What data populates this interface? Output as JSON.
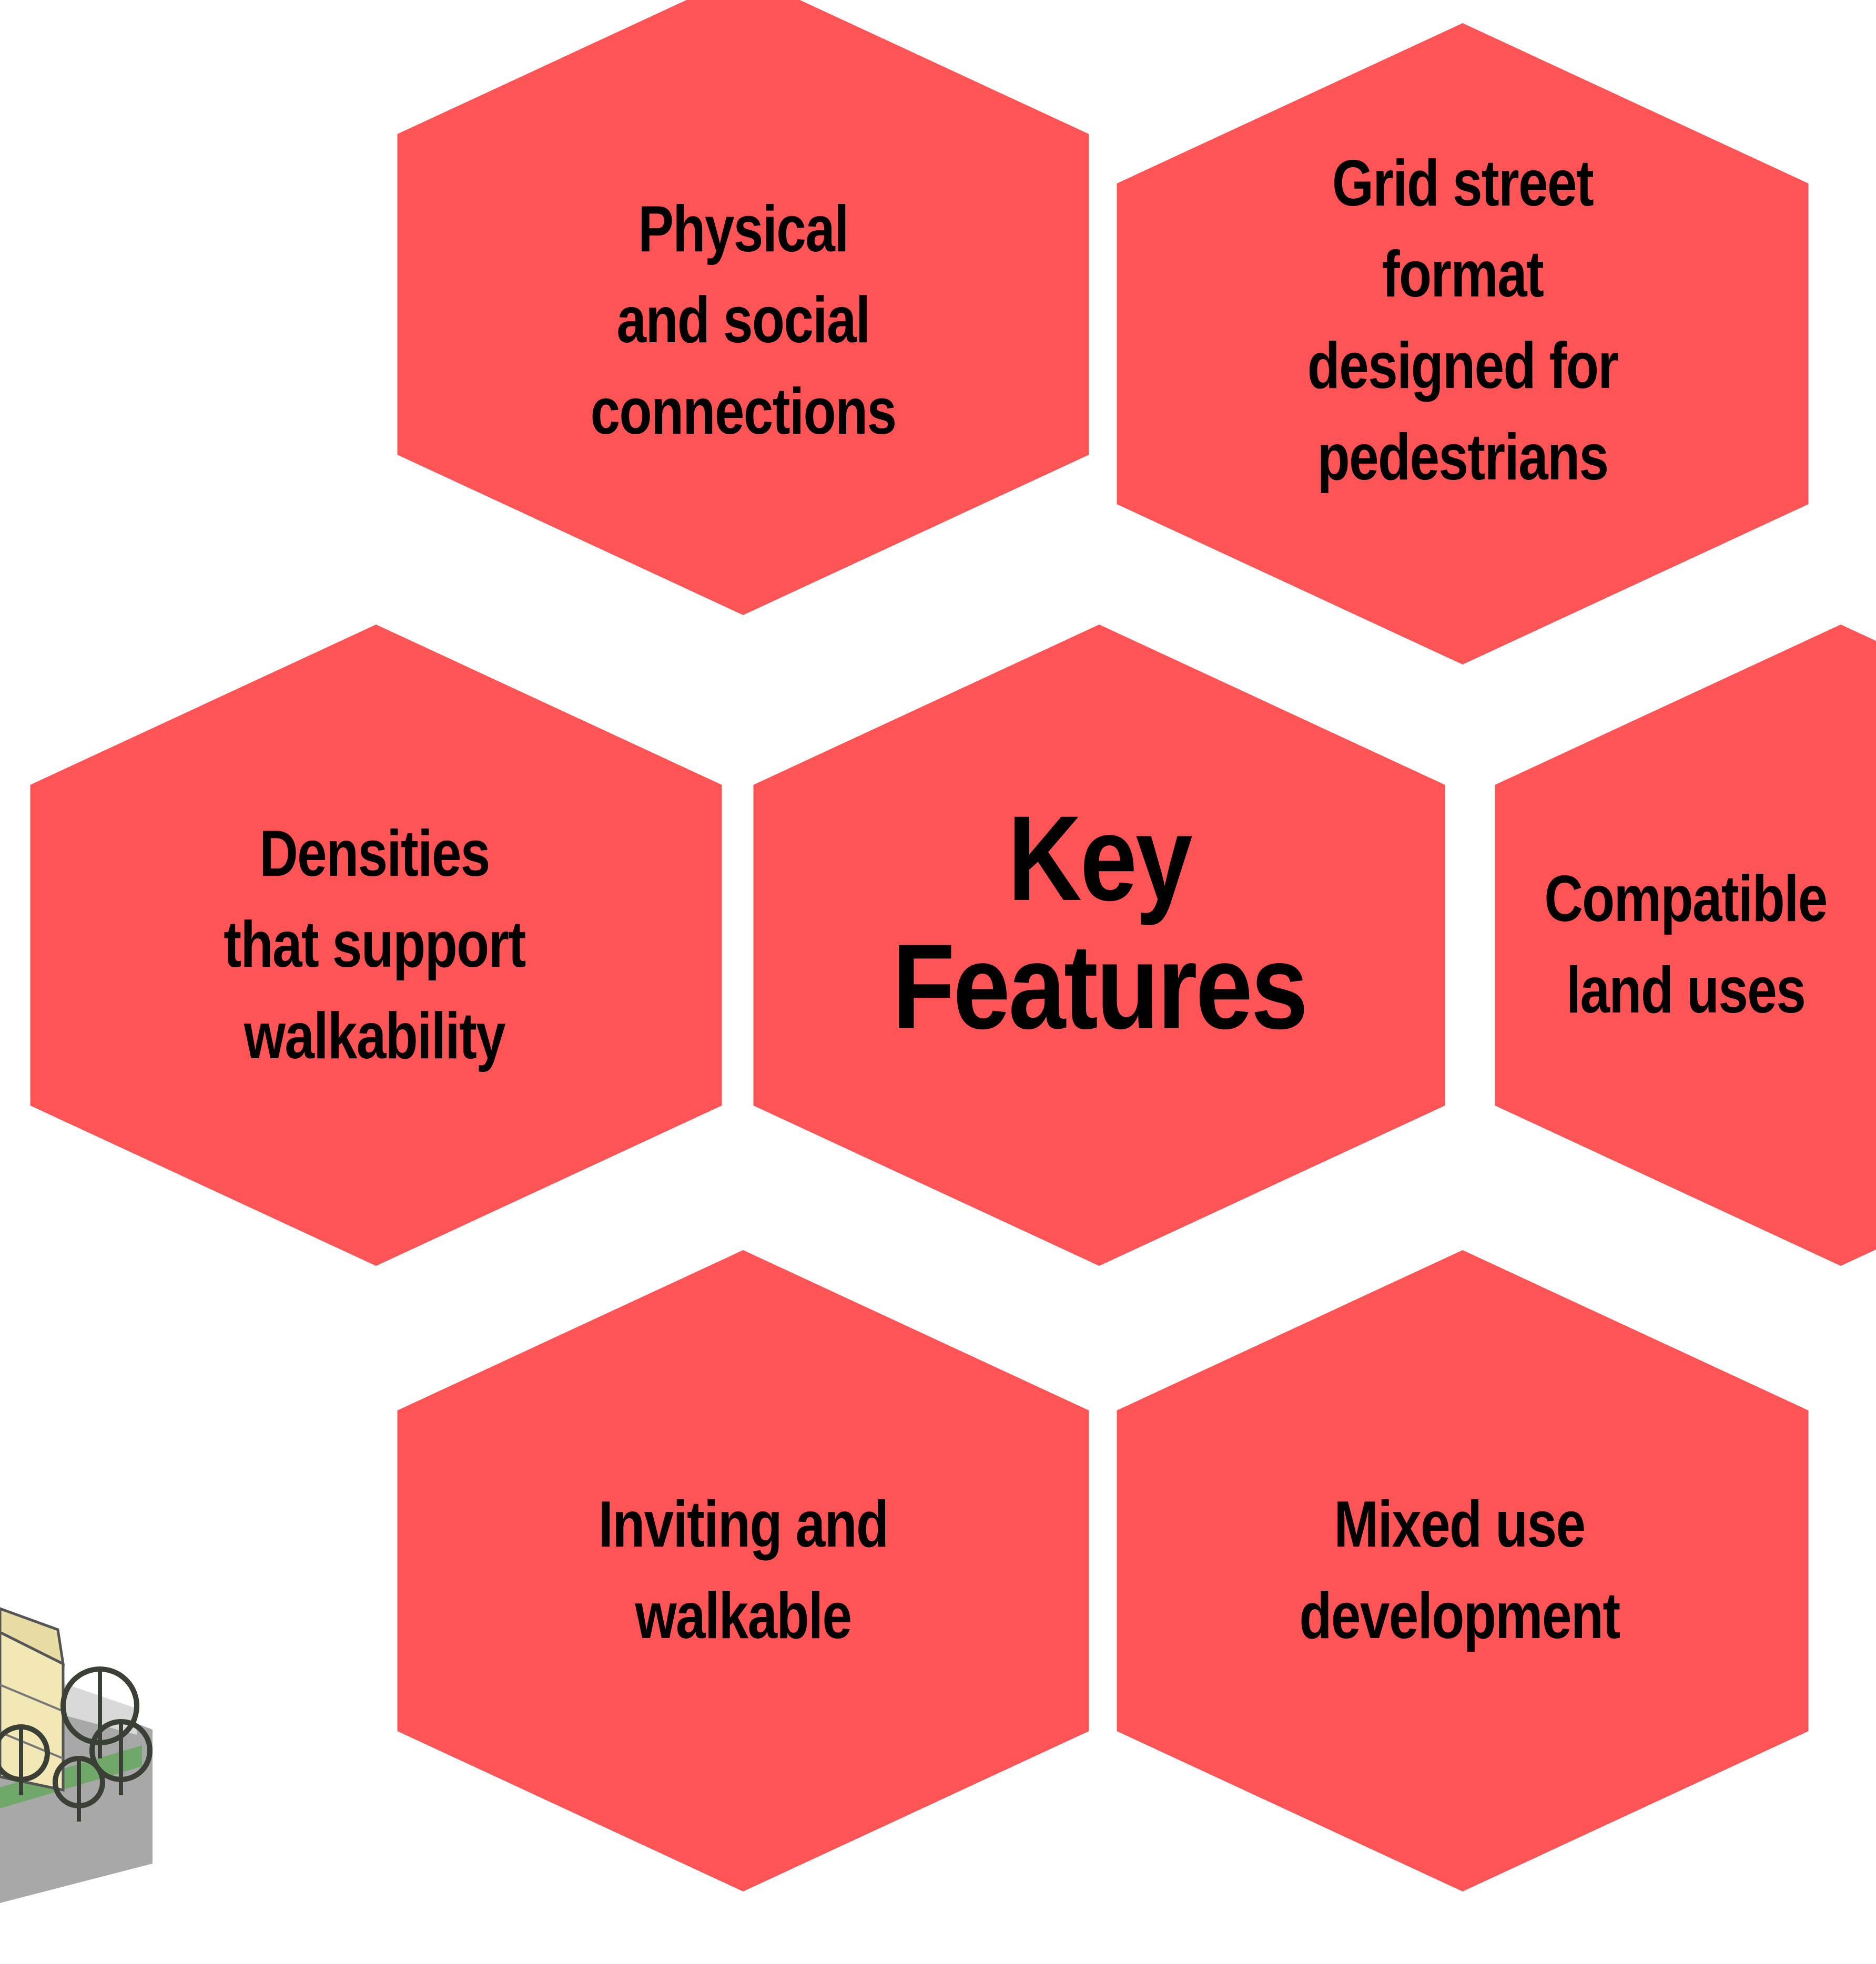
{
  "diagram": {
    "hex_color": "#ff5455",
    "text_color": "#000000",
    "center": {
      "lines": [
        "Key",
        "Features"
      ]
    },
    "features": [
      {
        "lines": [
          "Physical",
          "and social",
          "connections"
        ]
      },
      {
        "lines": [
          "Grid street",
          "format",
          "designed for",
          "pedestrians"
        ]
      },
      {
        "lines": [
          "Densities",
          "that support",
          "walkability"
        ]
      },
      {
        "lines": [
          "Compatible",
          "land uses"
        ]
      },
      {
        "lines": [
          "Inviting and",
          "walkable"
        ]
      },
      {
        "lines": [
          "Mixed use",
          "development"
        ]
      }
    ],
    "illustration": {
      "subject": "isometric building with trees",
      "colors": {
        "ground": "#a8a8a8",
        "grass": "#6fa868",
        "wall": "#f2e8b5",
        "tree": "#3a4035"
      }
    }
  }
}
